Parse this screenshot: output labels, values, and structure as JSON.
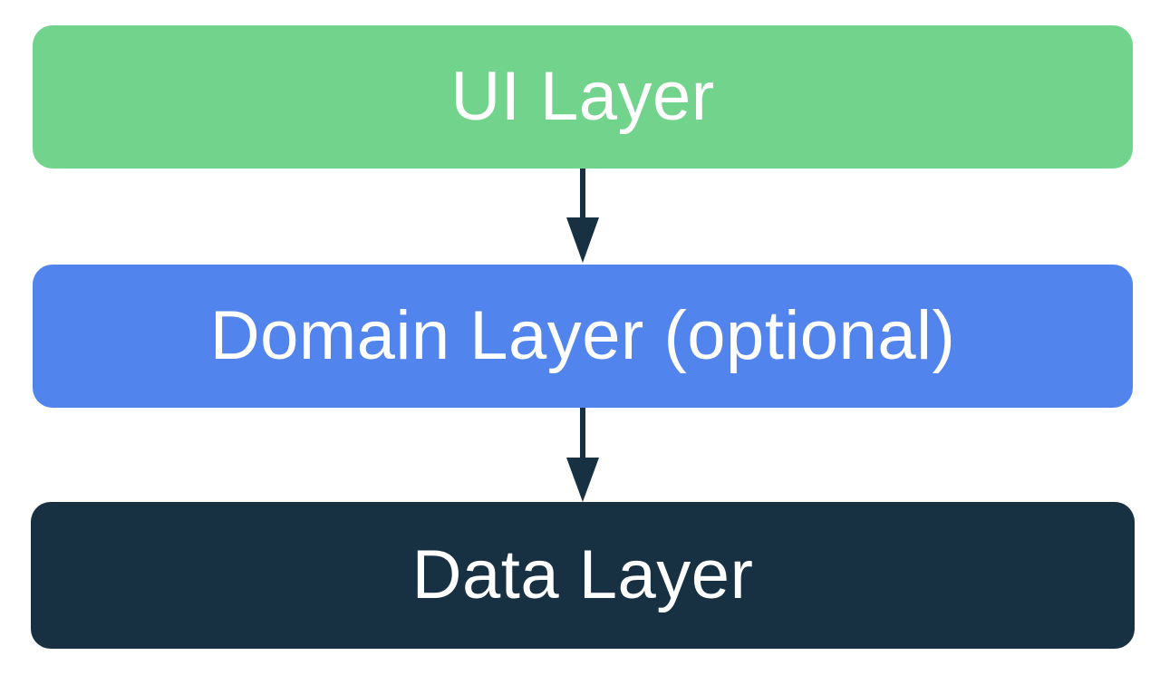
{
  "diagram": {
    "layers": [
      {
        "id": "ui",
        "label": "UI Layer",
        "color": "#72d48c"
      },
      {
        "id": "domain",
        "label": "Domain Layer (optional)",
        "color": "#5184ec"
      },
      {
        "id": "data",
        "label": "Data Layer",
        "color": "#173042"
      }
    ],
    "arrow_color": "#173042"
  }
}
